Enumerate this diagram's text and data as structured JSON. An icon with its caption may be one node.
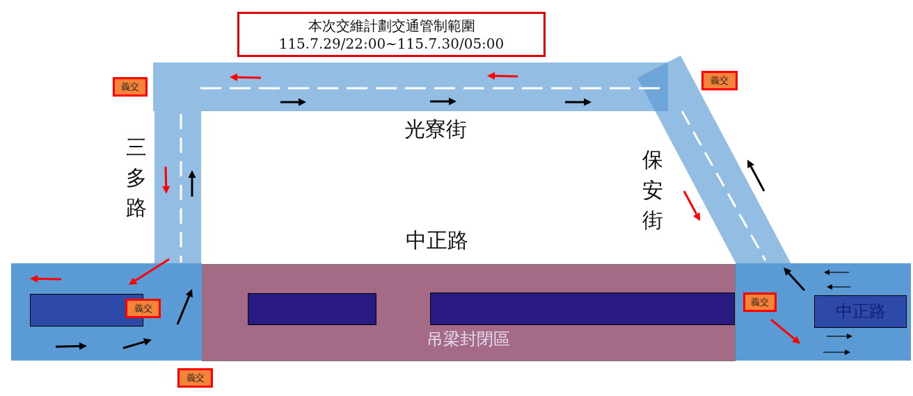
{
  "diagram": {
    "nodes": [
      {
        "text": [
          "本次交維計劃交通管制範圍",
          "115.7.29/22:00~115.7.30/05:00"
        ]
      },
      {
        "text": [
          "義交"
        ]
      },
      {
        "text": [
          "義交"
        ]
      },
      {
        "text": [],
        "shape": "box"
      },
      {
        "text": [
          "義交"
        ]
      },
      {
        "text": [
          "吊梁封閉區"
        ]
      },
      {
        "text": [],
        "shape": "box",
        "in": 5
      },
      {
        "text": [],
        "shape": "box",
        "in": 5
      },
      {
        "text": [
          "義交"
        ]
      },
      {
        "text": [
          "中正路"
        ]
      },
      {
        "text": [
          "義交"
        ]
      }
    ],
    "labels": [
      "光寮街",
      "三多路",
      "保安街",
      "中正路"
    ]
  }
}
